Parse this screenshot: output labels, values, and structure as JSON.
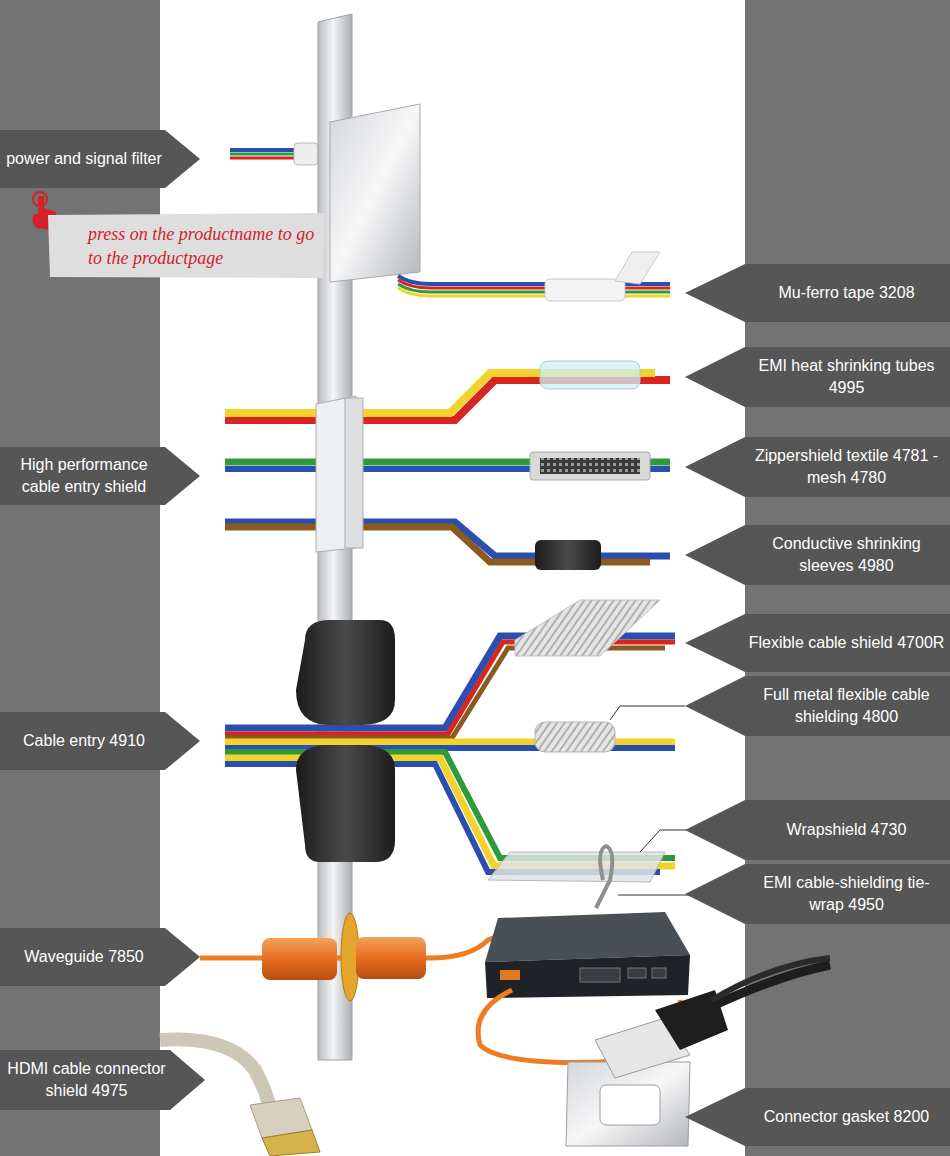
{
  "diagram": {
    "nodes": [
      {
        "text": [
          "power and signal filter"
        ]
      },
      {
        "text": [
          "press on the productname to go to the productpage"
        ]
      },
      {
        "text": [
          "Mu-ferro tape 3208"
        ]
      },
      {
        "text": [
          "EMI heat shrinking tubes 4995"
        ]
      },
      {
        "text": [
          "High performance cable entry shield"
        ]
      },
      {
        "text": [
          "Zippershield textile 4781 - mesh 4780"
        ]
      },
      {
        "text": [
          "Conductive shrinking sleeves 4980"
        ]
      },
      {
        "text": [
          "Flexible cable shield 4700R"
        ]
      },
      {
        "text": [
          "Full metal flexible cable shielding 4800"
        ]
      },
      {
        "text": [
          "Cable entry 4910"
        ]
      },
      {
        "text": [
          "Wrapshield 4730"
        ]
      },
      {
        "text": [
          "EMI cable-shielding tie-wrap 4950"
        ]
      },
      {
        "text": [
          "Waveguide 7850"
        ]
      },
      {
        "text": [
          "HDMI cable connector shield 4975"
        ]
      },
      {
        "text": [
          "Connector gasket 8200"
        ]
      }
    ]
  }
}
